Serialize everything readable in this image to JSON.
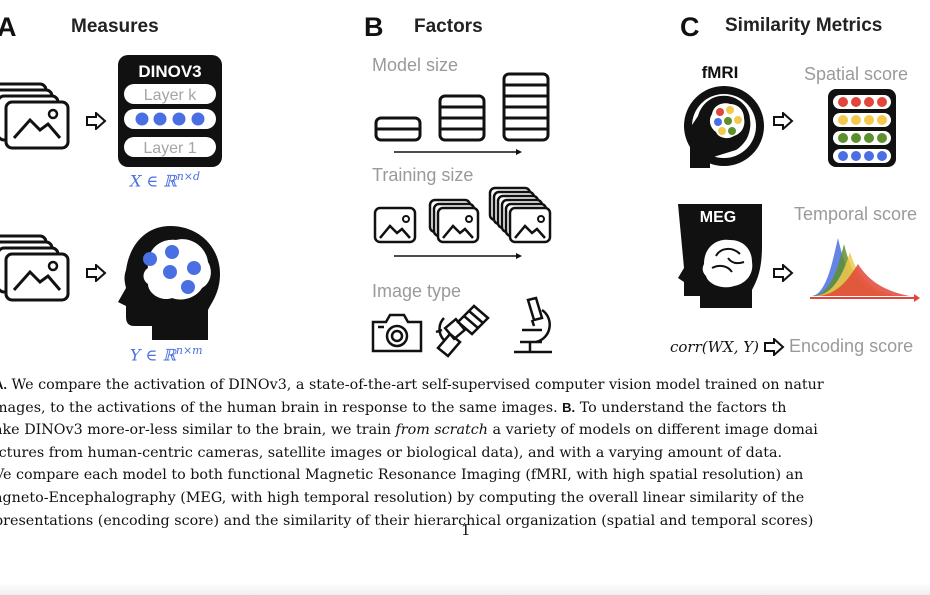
{
  "panels": {
    "a": {
      "letter": "A",
      "title": "Measures"
    },
    "b": {
      "letter": "B",
      "title": "Factors"
    },
    "c": {
      "letter": "C",
      "title": "Similarity Metrics"
    }
  },
  "model_box": {
    "name": "DINOV3",
    "top_layer": "Layer k",
    "bottom_layer": "Layer 1"
  },
  "math": {
    "x_def": "X ∈ ℝ",
    "x_sup": "n×d",
    "y_def": "Y ∈ ℝ",
    "y_sup": "n×m",
    "corr": "corr(WX, Y)"
  },
  "factors": {
    "model_size": "Model size",
    "training_size": "Training size",
    "image_type": "Image type"
  },
  "metrics": {
    "fmri": "fMRI",
    "meg": "MEG",
    "spatial": "Spatial score",
    "temporal": "Temporal score",
    "encoding": "Encoding score"
  },
  "caption": {
    "l1_label": "A.",
    "l1": " We compare the activation of DINOv3, a state-of-the-art self-supervised computer vision model trained on natur",
    "l2a": "mages, to the activations of the human brain in response to the same images. ",
    "l2_label": "B.",
    "l2b": " To understand the factors th",
    "l3a": "ake DINOv3 more-or-less similar to the brain, we train ",
    "l3_em": "from scratch",
    "l3b": " a variety of models on different image domai",
    "l4": "ictures from human-centric cameras, satellite images or biological data), and with a varying amount of data. ",
    "l5": "Ve compare each model to both functional Magnetic Resonance Imaging (fMRI, with high spatial resolution) an",
    "l6": "agneto-Encephalography (MEG, with high temporal resolution) by computing the overall linear similarity of the",
    "l7": "presentations (encoding score) and the similarity of their hierarchical organization (spatial and temporal scores)"
  },
  "page_number": "1",
  "colors": {
    "accent_blue": "#4a6fe3",
    "label_gray": "#9a9a9a",
    "dot_red": "#e0463b",
    "dot_yellow": "#f2c94c",
    "dot_green": "#5e8f2e",
    "dot_blue": "#4a6fe3"
  }
}
